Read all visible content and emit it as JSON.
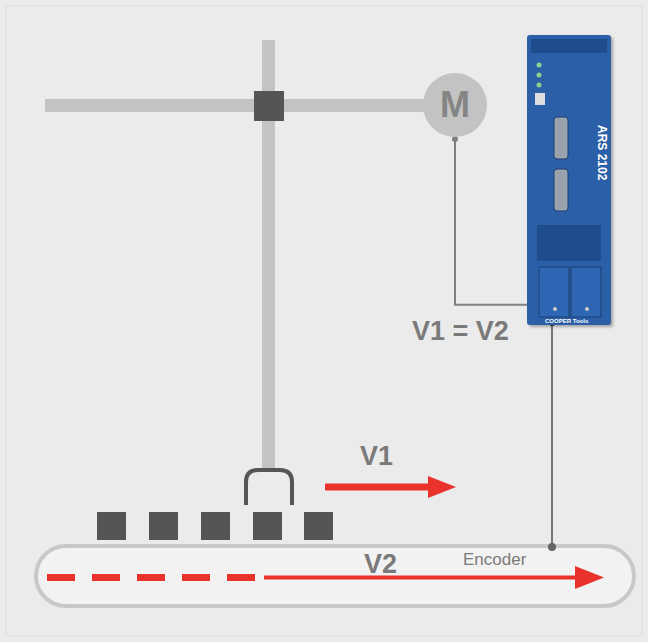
{
  "diagram": {
    "nodes": [
      {
        "text": [
          "M"
        ]
      },
      {
        "text": [
          "ARS 2102",
          "COOPER Tools"
        ]
      }
    ],
    "edges": [
      {
        "from": 0,
        "to": 1,
        "arrow": "none"
      }
    ],
    "labels": [
      "V1 = V2",
      "V1",
      "V2",
      "Encoder"
    ]
  }
}
